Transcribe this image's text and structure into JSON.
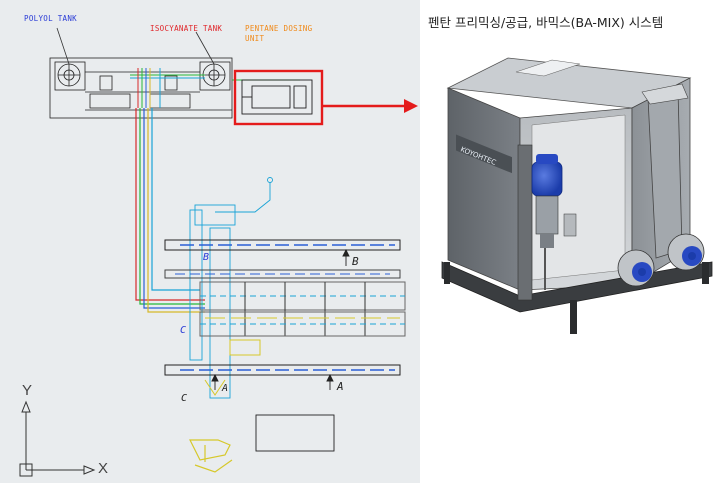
{
  "cad": {
    "labels": {
      "polyol_tank": "POLYOL TANK",
      "isocyanate_tank": "ISOCYANATE TANK",
      "pentane_unit_line1": "PENTANE DOSING",
      "pentane_unit_line2": "UNIT"
    },
    "markers": {
      "a1": "A",
      "a2": "A",
      "b1": "B",
      "b2": "B",
      "c1": "C",
      "c2": "C"
    },
    "axes": {
      "x": "X",
      "y": "Y"
    },
    "colors": {
      "polyol_label": "#2a3bd6",
      "isocyanate_label": "#e0262a",
      "pentane_label": "#f08a1a",
      "highlight": "#e41b1b"
    }
  },
  "render": {
    "title": "펜탄 프리믹싱/공급, 바믹스(BA-MIX) 시스템",
    "brand": "KOYOHTEC"
  }
}
